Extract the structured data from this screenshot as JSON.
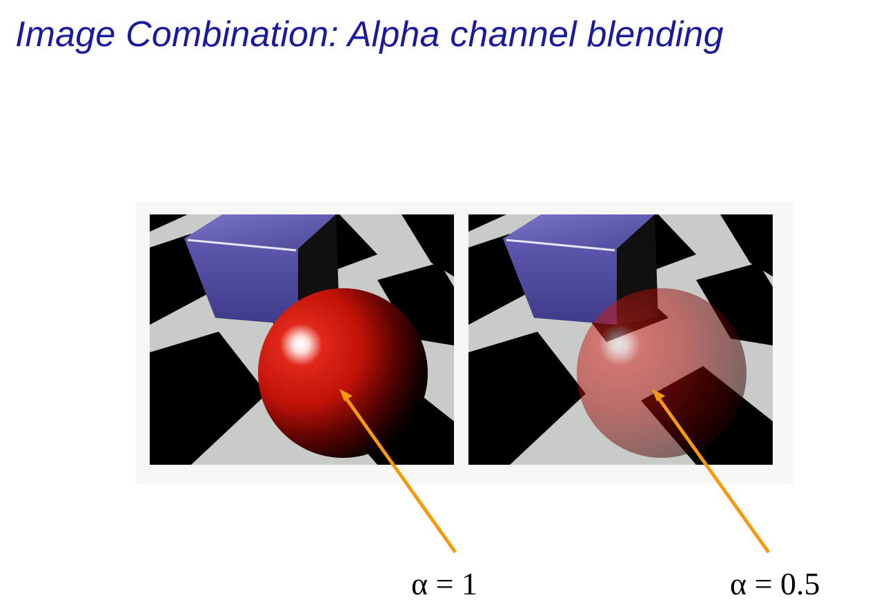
{
  "slide": {
    "title": "Image Combination: Alpha channel blending"
  },
  "renders": [
    {
      "alpha_label": "α = 1",
      "sphere_opacity": 1
    },
    {
      "alpha_label": "α = 0.5",
      "sphere_opacity": 0.5
    }
  ],
  "colors": {
    "title": "#1a1a9e",
    "arrow": "#f59a0e",
    "sphere": "#c81008",
    "cube": "#5a54a8",
    "floor_light": "#c9cbc9",
    "floor_dark": "#000000"
  }
}
